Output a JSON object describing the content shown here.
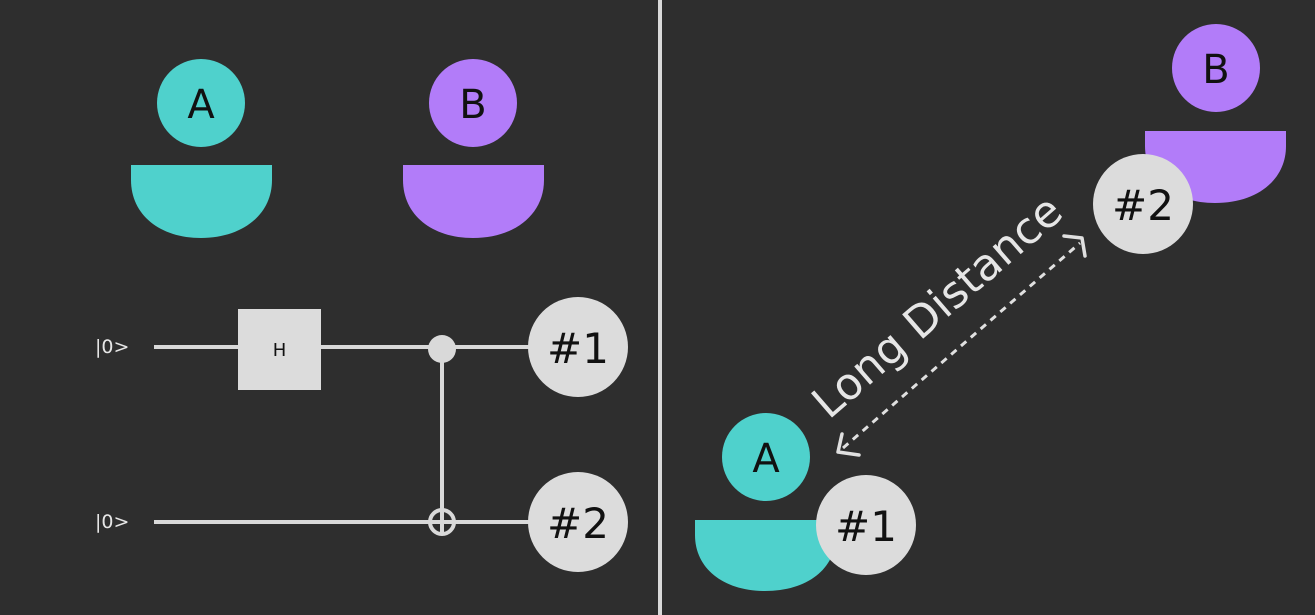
{
  "colors": {
    "background": "#2e2e2e",
    "alice": "#4fd1cc",
    "bob": "#b27cf9",
    "qubit": "#dcdcdc",
    "wire": "#d9d9d9",
    "text_dark": "#111111",
    "text_light": "#e6e6e6"
  },
  "left_panel": {
    "person_a": {
      "letter": "A",
      "icon": "person-icon"
    },
    "person_b": {
      "letter": "B",
      "icon": "person-icon"
    },
    "circuit": {
      "wires": [
        {
          "init_state": "|0>",
          "qubit_label": "#1"
        },
        {
          "init_state": "|0>",
          "qubit_label": "#2"
        }
      ],
      "hadamard_label": "H",
      "cnot": {
        "control_wire": 1,
        "target_wire": 2
      }
    }
  },
  "right_panel": {
    "person_a": {
      "letter": "A",
      "held_qubit": "#1"
    },
    "person_b": {
      "letter": "B",
      "held_qubit": "#2"
    },
    "distance_label": "Long Distance"
  }
}
